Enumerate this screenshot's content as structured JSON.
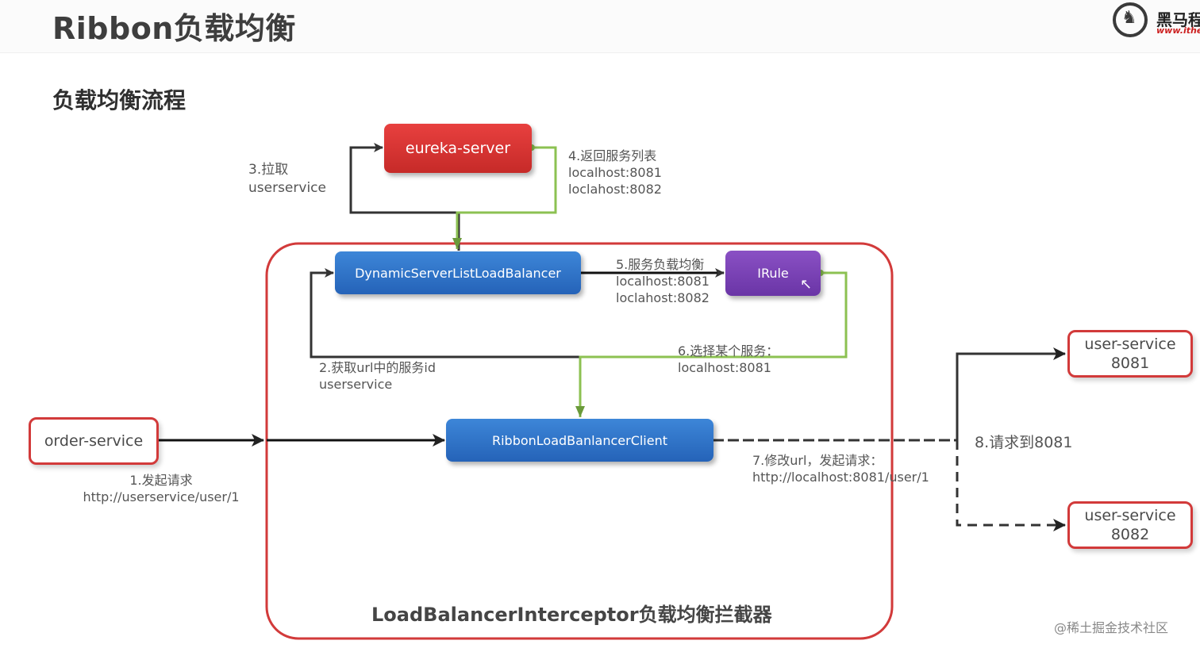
{
  "header": {
    "title": "Ribbon负载均衡",
    "logo_text": "黑马程",
    "logo_url": "www.ithe"
  },
  "subtitle": "负载均衡流程",
  "nodes": {
    "eureka_server": "eureka-server",
    "dynamic_balancer": "DynamicServerListLoadBalancer",
    "irule": "IRule",
    "ribbon_client": "RibbonLoadBanlancerClient",
    "order_service": "order-service",
    "user_service_1": {
      "name": "user-service",
      "port": "8081"
    },
    "user_service_2": {
      "name": "user-service",
      "port": "8082"
    }
  },
  "steps": {
    "step1": {
      "title": "1.发起请求",
      "detail": "http://userservice/user/1"
    },
    "step2": {
      "title": "2.获取url中的服务id",
      "detail": "userservice"
    },
    "step3": {
      "title": "3.拉取",
      "detail": "userservice"
    },
    "step4": {
      "title": "4.返回服务列表",
      "line1": "localhost:8081",
      "line2": "loclahost:8082"
    },
    "step5": {
      "title": "5.服务负载均衡",
      "line1": "localhost:8081",
      "line2": "loclahost:8082"
    },
    "step6": {
      "title": "6.选择某个服务：",
      "detail": "localhost:8081"
    },
    "step7": {
      "title": "7.修改url，发起请求：",
      "detail": "http://localhost:8081/user/1"
    },
    "step8": {
      "title": "8.请求到8081"
    }
  },
  "interceptor_title": "LoadBalancerInterceptor负载均衡拦截器",
  "watermark": "@稀土掘金技术社区",
  "colors": {
    "red_node": "#d93636",
    "blue_node": "#2f74c8",
    "purple_node": "#7a42b5",
    "green_line": "#8cc152",
    "dark_line": "#333333",
    "frame_red": "#d23a3a"
  }
}
